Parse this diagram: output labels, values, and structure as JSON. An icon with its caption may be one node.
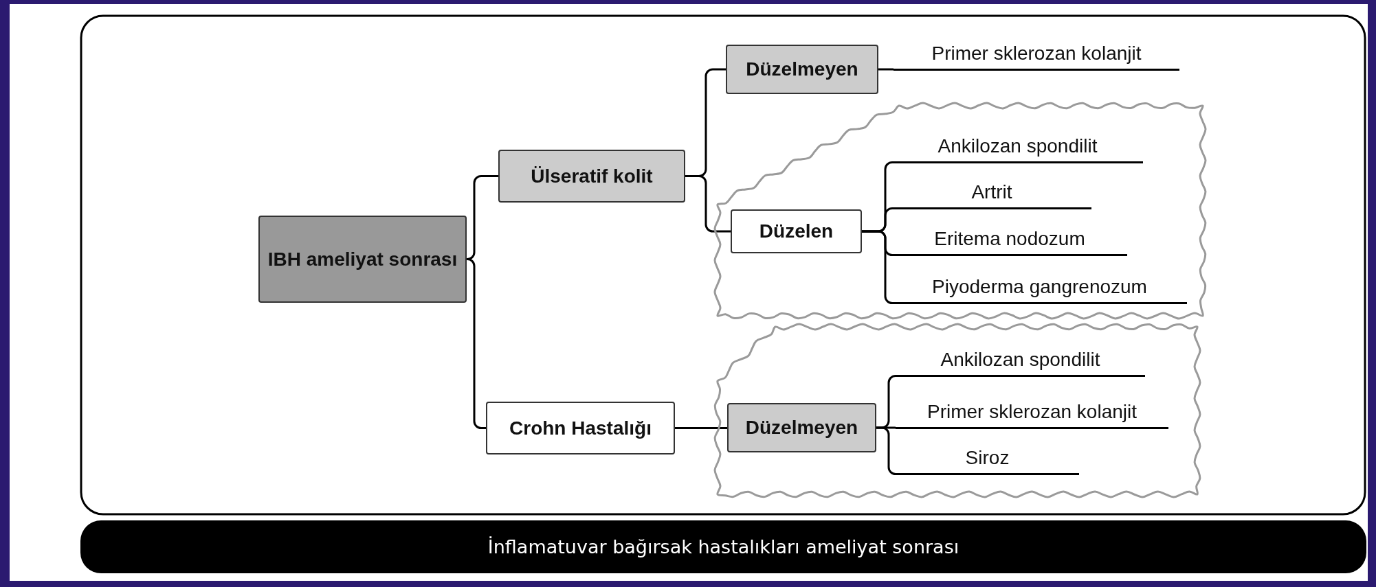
{
  "diagram": {
    "caption": "İnflamatuvar bağırsak hastalıkları ameliyat sonrası",
    "nodes": [
      {
        "text": [
          "IBH ameliyat sonrası"
        ]
      },
      {
        "text": [
          "Ülseratif kolit"
        ]
      },
      {
        "text": [
          "Düzelmeyen"
        ]
      },
      {
        "text": [
          "Primer sklerozan kolanjit"
        ]
      },
      {
        "text": [],
        "shape": "cloud"
      },
      {
        "text": [
          "Düzelen"
        ],
        "in": 4
      },
      {
        "text": [
          "Ankilozan spondilit"
        ],
        "in": 4
      },
      {
        "text": [
          "Artrit"
        ],
        "in": 4
      },
      {
        "text": [
          "Eritema nodozum"
        ],
        "in": 4
      },
      {
        "text": [
          "Piyoderma gangrenozum"
        ],
        "in": 4
      },
      {
        "text": [
          "Crohn Hastalığı"
        ]
      },
      {
        "text": [],
        "shape": "cloud"
      },
      {
        "text": [
          "Düzelmeyen"
        ],
        "in": 11
      },
      {
        "text": [
          "Ankilozan spondilit"
        ],
        "in": 11
      },
      {
        "text": [
          "Primer sklerozan kolanjit"
        ],
        "in": 11
      },
      {
        "text": [
          "Siroz"
        ],
        "in": 11
      }
    ],
    "edges": [
      {
        "from": 0,
        "to": 1,
        "arrow": "none"
      },
      {
        "from": 0,
        "to": 10,
        "arrow": "none"
      },
      {
        "from": 1,
        "to": 2,
        "arrow": "none"
      },
      {
        "from": 1,
        "to": 5,
        "arrow": "none"
      },
      {
        "from": 2,
        "to": 3,
        "arrow": "none"
      },
      {
        "from": 5,
        "to": 6,
        "arrow": "none"
      },
      {
        "from": 5,
        "to": 7,
        "arrow": "none"
      },
      {
        "from": 5,
        "to": 8,
        "arrow": "none"
      },
      {
        "from": 5,
        "to": 9,
        "arrow": "none"
      },
      {
        "from": 10,
        "to": 12,
        "arrow": "none"
      },
      {
        "from": 12,
        "to": 13,
        "arrow": "none"
      },
      {
        "from": 12,
        "to": 14,
        "arrow": "none"
      },
      {
        "from": 12,
        "to": 15,
        "arrow": "none"
      }
    ]
  }
}
